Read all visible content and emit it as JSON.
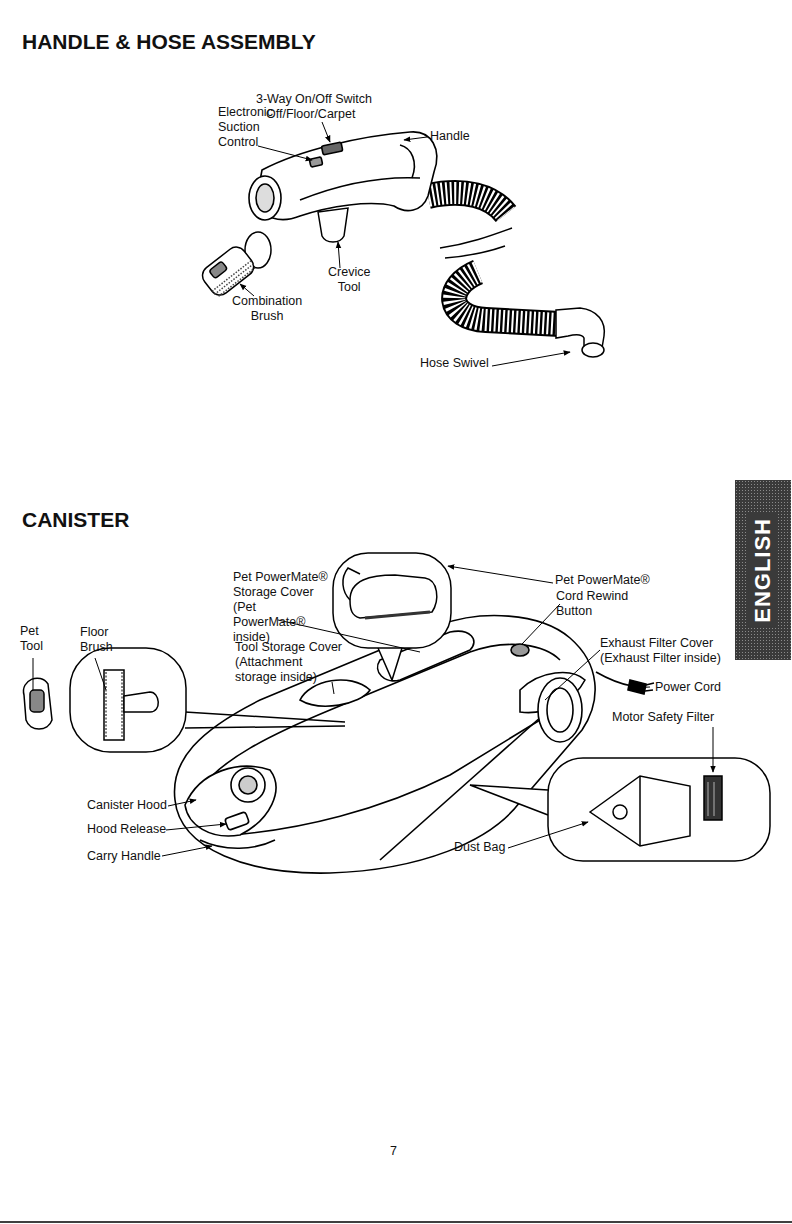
{
  "diagram": {
    "nodes": [
      {
        "text": [
          "ENGLISH"
        ]
      }
    ],
    "labels": [
      "HANDLE & HOSE ASSEMBLY",
      "3-Way On/Off Switch",
      "Off/Floor/Carpet",
      "Electronic Suction Control",
      "Handle",
      "Crevice Tool",
      "Combination Brush",
      "Hose Swivel",
      "CANISTER",
      "Pet PowerMate®",
      "Pet PowerMate® Storage Cover (Pet PowerMate® inside)",
      "Cord Rewind Button",
      "Pet Tool",
      "Floor Brush",
      "Tool Storage Cover (Attachment storage inside)",
      "Exhaust Filter Cover (Exhaust Filter inside)",
      "Power Cord",
      "Motor Safety Filter",
      "Canister Hood",
      "Hood Release",
      "Carry Handle",
      "Dust Bag",
      "7"
    ]
  }
}
